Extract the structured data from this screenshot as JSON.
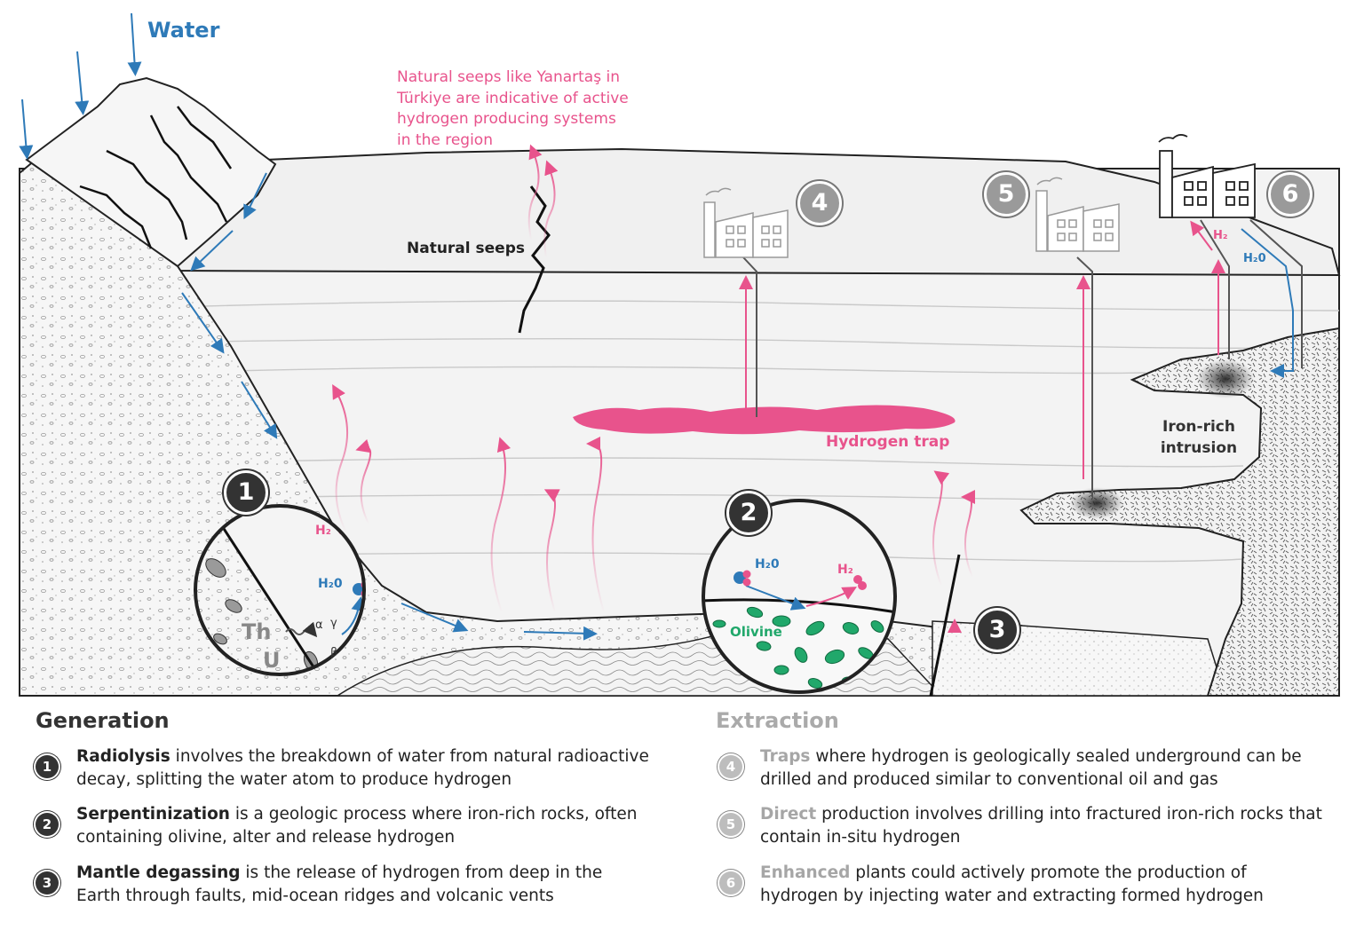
{
  "labels": {
    "water": "Water",
    "seep_note": [
      "Natural seeps like Yanartaş in",
      "Türkiye are indicative of active",
      "hydrogen producing systems",
      "in the region"
    ],
    "natural_seeps": "Natural seeps",
    "hydrogen_trap": "Hydrogen trap",
    "iron_rich_intrusion": "Iron-rich intrusion",
    "olivine": "Olivine",
    "th": "Th",
    "u": "U",
    "alpha": "α",
    "gamma": "γ",
    "beta": "β",
    "h2o": "H₂0",
    "h2": "H₂"
  },
  "badges": {
    "b1": "1",
    "b2": "2",
    "b3": "3",
    "b4": "4",
    "b5": "5",
    "b6": "6"
  },
  "generation": {
    "title": "Generation",
    "items": [
      {
        "num": "1",
        "keyword": "Radiolysis",
        "text": " involves the breakdown of water from natural radioactive decay, splitting the water atom to produce hydrogen"
      },
      {
        "num": "2",
        "keyword": "Serpentinization",
        "text": " is a geologic process where iron-rich rocks, often containing olivine, alter and release hydrogen"
      },
      {
        "num": "3",
        "keyword": "Mantle degassing",
        "text": " is the release of hydrogen from deep in the Earth through faults, mid-ocean ridges and volcanic vents"
      }
    ]
  },
  "extraction": {
    "title": "Extraction",
    "items": [
      {
        "num": "4",
        "keyword": "Traps",
        "text": " where hydrogen is geologically sealed underground can be drilled and produced similar to conventional oil and gas"
      },
      {
        "num": "5",
        "keyword": "Direct",
        "text": " production involves drilling into fractured iron-rich rocks that contain in-situ hydrogen"
      },
      {
        "num": "6",
        "keyword": "Enhanced",
        "text": " plants could actively promote the production of hydrogen by injecting water and extracting formed hydrogen"
      }
    ]
  },
  "colors": {
    "pink": "#e8538c",
    "blue": "#2e7ab8",
    "olivine": "#21a86b",
    "dark": "#222222"
  }
}
